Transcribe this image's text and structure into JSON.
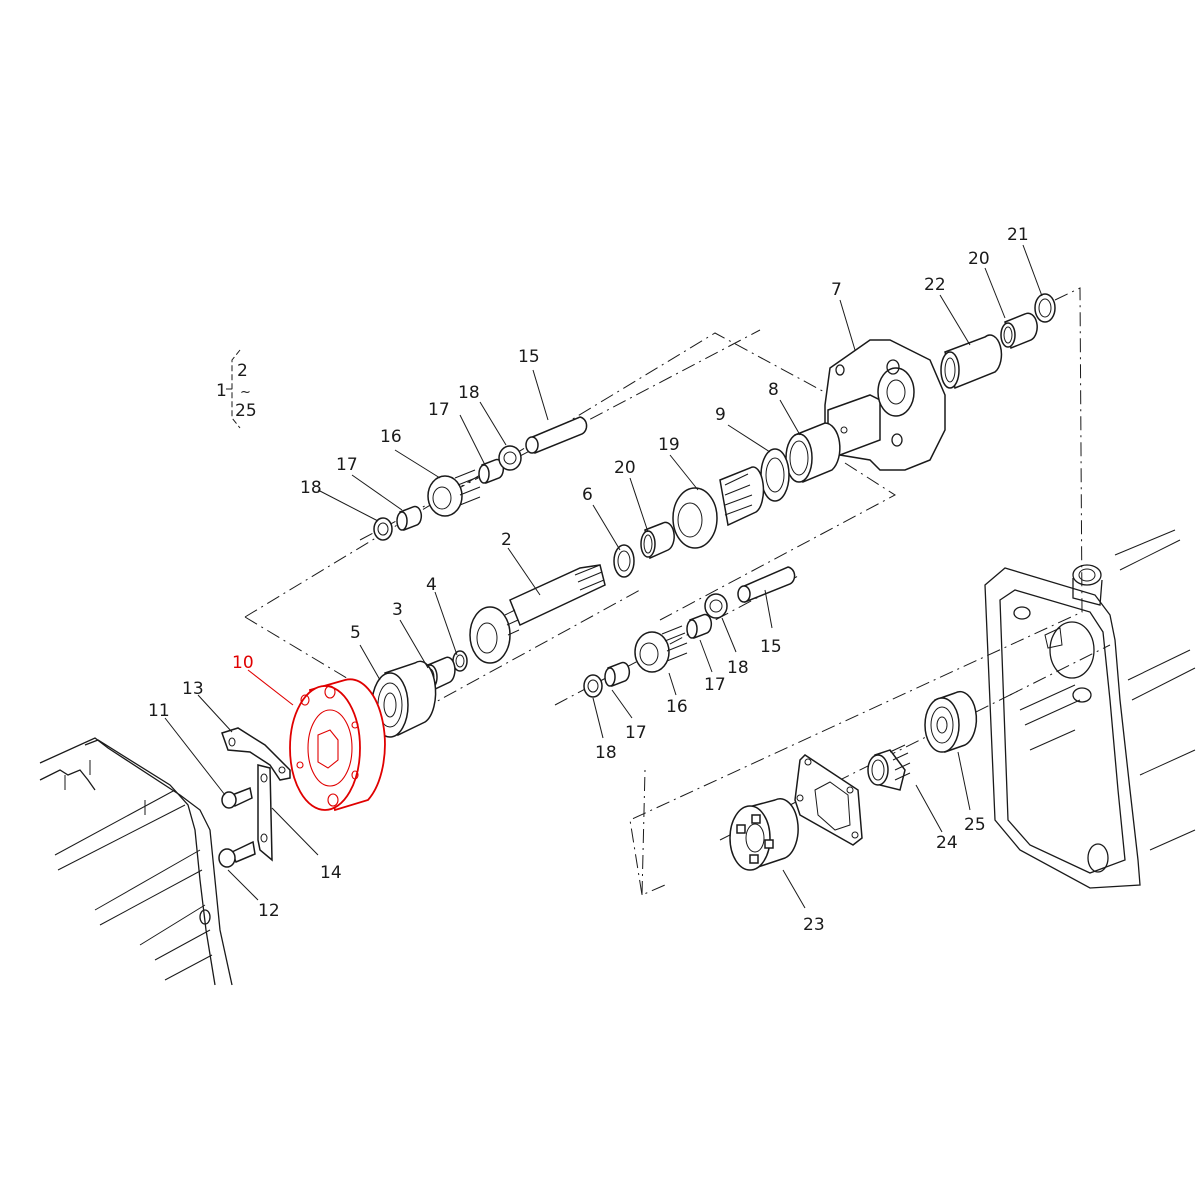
{
  "diagram": {
    "type": "exploded-parts-diagram",
    "highlight_color": "#e00000",
    "line_color": "#1a1a1a",
    "background": "#ffffff",
    "assembly_note": {
      "parent": "1",
      "range_start": "2",
      "range_separator": "~",
      "range_end": "25"
    },
    "highlighted_part": "10",
    "callouts": [
      {
        "id": "c2",
        "label": "2"
      },
      {
        "id": "c3",
        "label": "3"
      },
      {
        "id": "c4",
        "label": "4"
      },
      {
        "id": "c5",
        "label": "5"
      },
      {
        "id": "c6",
        "label": "6"
      },
      {
        "id": "c7",
        "label": "7"
      },
      {
        "id": "c8",
        "label": "8"
      },
      {
        "id": "c9",
        "label": "9"
      },
      {
        "id": "c10",
        "label": "10"
      },
      {
        "id": "c11",
        "label": "11"
      },
      {
        "id": "c12",
        "label": "12"
      },
      {
        "id": "c13",
        "label": "13"
      },
      {
        "id": "c14",
        "label": "14"
      },
      {
        "id": "c15a",
        "label": "15"
      },
      {
        "id": "c15b",
        "label": "15"
      },
      {
        "id": "c16a",
        "label": "16"
      },
      {
        "id": "c16b",
        "label": "16"
      },
      {
        "id": "c17a",
        "label": "17"
      },
      {
        "id": "c17b",
        "label": "17"
      },
      {
        "id": "c17c",
        "label": "17"
      },
      {
        "id": "c17d",
        "label": "17"
      },
      {
        "id": "c18a",
        "label": "18"
      },
      {
        "id": "c18b",
        "label": "18"
      },
      {
        "id": "c18c",
        "label": "18"
      },
      {
        "id": "c18d",
        "label": "18"
      },
      {
        "id": "c19",
        "label": "19"
      },
      {
        "id": "c20a",
        "label": "20"
      },
      {
        "id": "c20b",
        "label": "20"
      },
      {
        "id": "c21",
        "label": "21"
      },
      {
        "id": "c22",
        "label": "22"
      },
      {
        "id": "c23",
        "label": "23"
      },
      {
        "id": "c24",
        "label": "24"
      },
      {
        "id": "c25",
        "label": "25"
      }
    ]
  }
}
